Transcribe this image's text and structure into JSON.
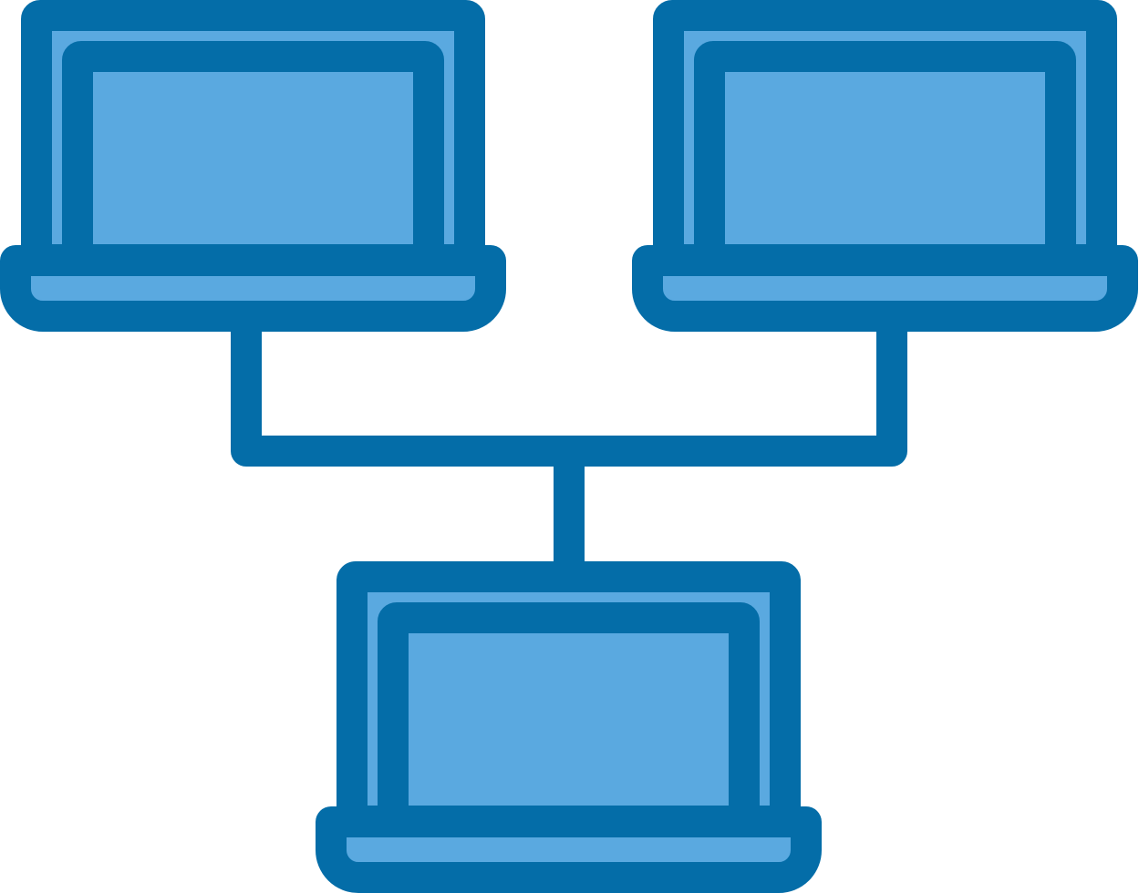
{
  "icon": {
    "name": "network-laptops-icon",
    "nodes": [
      "laptop-top-left",
      "laptop-top-right",
      "laptop-bottom"
    ],
    "colors": {
      "stroke": "#046DA8",
      "fill": "#5AA9E0",
      "background": "#FFFFFF"
    }
  }
}
